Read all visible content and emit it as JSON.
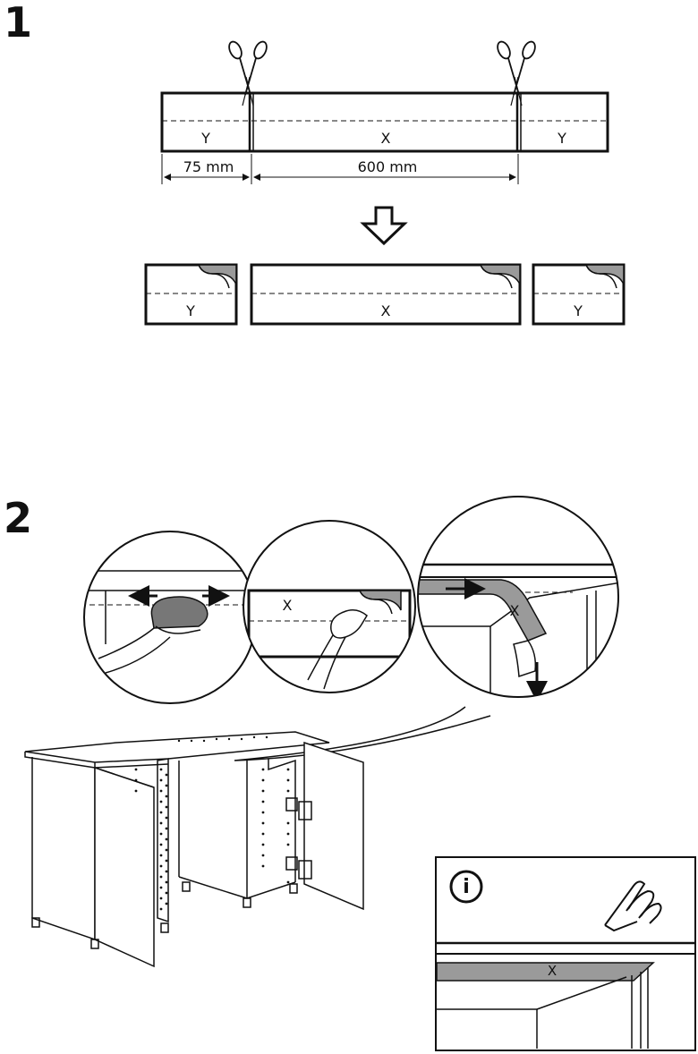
{
  "steps": [
    {
      "number": "1"
    },
    {
      "number": "2"
    }
  ],
  "step1": {
    "strip_labels": {
      "left": "Y",
      "middle": "X",
      "right": "Y"
    },
    "dimensions": {
      "left": "75 mm",
      "middle": "600 mm"
    },
    "cut_labels": {
      "left": "Y",
      "middle": "X",
      "right": "Y"
    }
  },
  "step2": {
    "detail_labels": {
      "peel": "X",
      "apply": "X"
    }
  },
  "info_panel": {
    "strip_label": "X",
    "icon_letter": "i"
  },
  "colors": {
    "line": "#111111",
    "backing_gray": "#9a9a9a",
    "hand_gray": "#777777",
    "background": "#ffffff"
  },
  "icons": [
    "scissors-icon",
    "down-arrow-icon",
    "info-icon",
    "finger-press-icon"
  ]
}
